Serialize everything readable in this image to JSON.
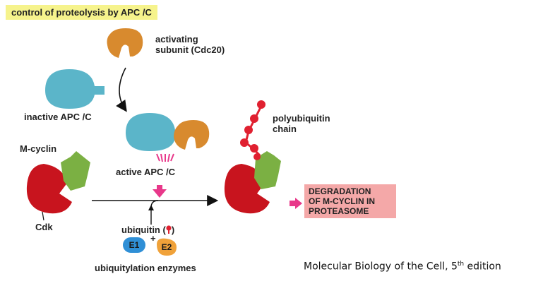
{
  "title": "control of proteolysis by APC /C",
  "labels": {
    "activating_subunit_line1": "activating",
    "activating_subunit_line2": "subunit (Cdc20)",
    "inactive_apc": "inactive APC /C",
    "active_apc": "active APC /C",
    "m_cyclin": "M-cyclin",
    "cdk": "Cdk",
    "polyubiquitin_line1": "polyubiquitin",
    "polyubiquitin_line2": "chain",
    "ubiquitin_prefix": "ubiquitin (",
    "ubiquitin_suffix": ")",
    "plus": "+",
    "e1": "E1",
    "e2": "E2",
    "ubiquitylation_enzymes": "ubiquitylation enzymes"
  },
  "degradation": {
    "line1": "DEGRADATION",
    "line2": "OF M-CYCLIN IN",
    "line3": "PROTEASOME"
  },
  "credit": {
    "text": "Molecular Biology of the Cell, 5",
    "sup": "th",
    "suffix": " edition"
  },
  "colors": {
    "title_highlight": "#f6f38c",
    "apc": "#5bb5c9",
    "cdc20": "#d88a2e",
    "cdk": "#c8141e",
    "m_cyclin": "#7bb043",
    "ubiquitin": "#e02030",
    "activation_marks": "#e8388a",
    "magenta_arrow": "#e8388a",
    "degradation_box": "#f4a8a8",
    "e1": "#2f8fd6",
    "e2": "#f0a23a"
  }
}
